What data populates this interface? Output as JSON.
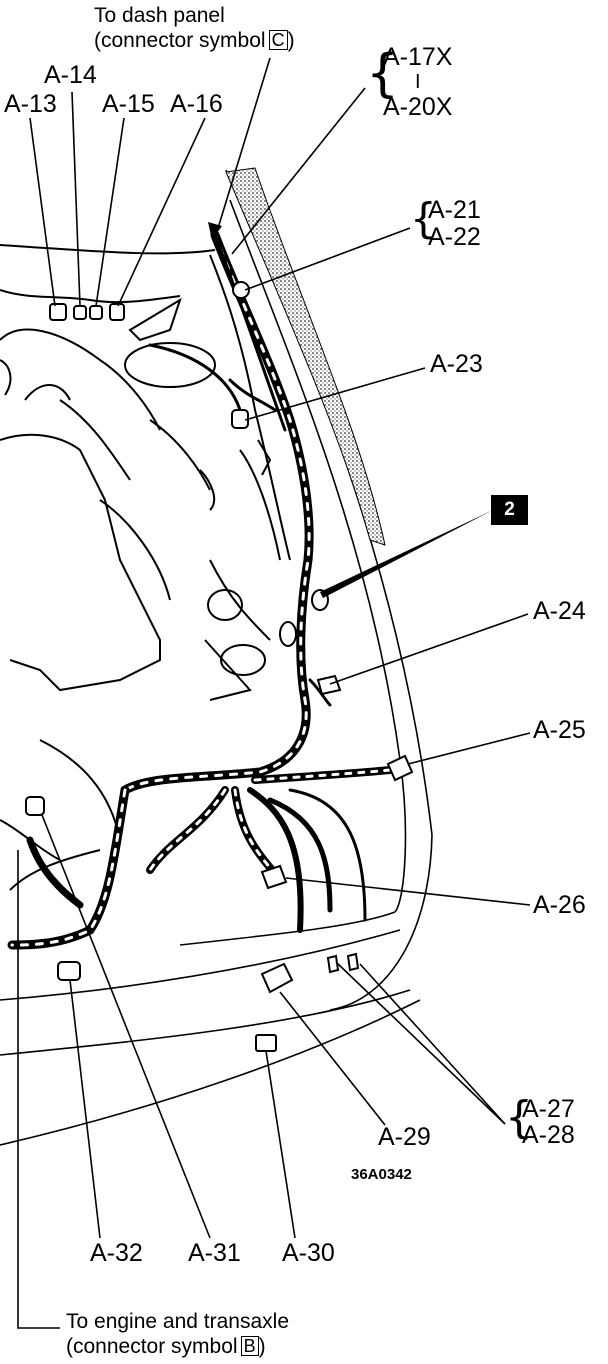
{
  "diagram": {
    "callouts": {
      "dash_panel_line1": "To dash panel",
      "dash_panel_line2": "(connector symbol",
      "dash_panel_symbol": "C",
      "engine_line1": "To engine and transaxle",
      "engine_line2": "(connector symbol",
      "engine_symbol": "B"
    },
    "labels": {
      "a13": "A-13",
      "a14": "A-14",
      "a15": "A-15",
      "a16": "A-16",
      "a17x": "A-17X",
      "a17_sep": "I",
      "a20x": "A-20X",
      "a21": "A-21",
      "a22": "A-22",
      "a23": "A-23",
      "a24": "A-24",
      "a25": "A-25",
      "a26": "A-26",
      "a27": "A-27",
      "a28": "A-28",
      "a29": "A-29",
      "a30": "A-30",
      "a31": "A-31",
      "a32": "A-32"
    },
    "badge": "2",
    "figure_code": "36A0342"
  }
}
